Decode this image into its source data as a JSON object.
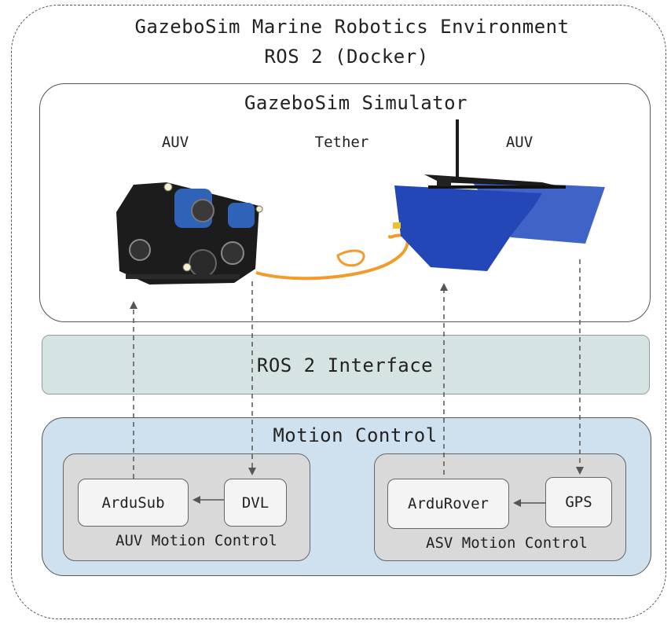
{
  "env": {
    "title": "GazeboSim Marine Robotics Environment",
    "subtitle": "ROS 2 (Docker)"
  },
  "simulator": {
    "title": "GazeboSim Simulator",
    "left_label": "AUV",
    "middle_label": "Tether",
    "right_label": "AUV"
  },
  "interface": {
    "label": "ROS 2 Interface"
  },
  "motion": {
    "title": "Motion Control",
    "auv_group": {
      "label": "AUV Motion Control",
      "controller": "ArduSub",
      "sensor": "DVL"
    },
    "asv_group": {
      "label": "ASV Motion Control",
      "controller": "ArduRover",
      "sensor": "GPS"
    }
  },
  "colors": {
    "tether": "#f39a2a",
    "hull_blue": "#2447b8",
    "ros_fill": "#d5e4e3",
    "motion_fill": "#cfe0ef",
    "group_fill": "#d9d9d9"
  }
}
